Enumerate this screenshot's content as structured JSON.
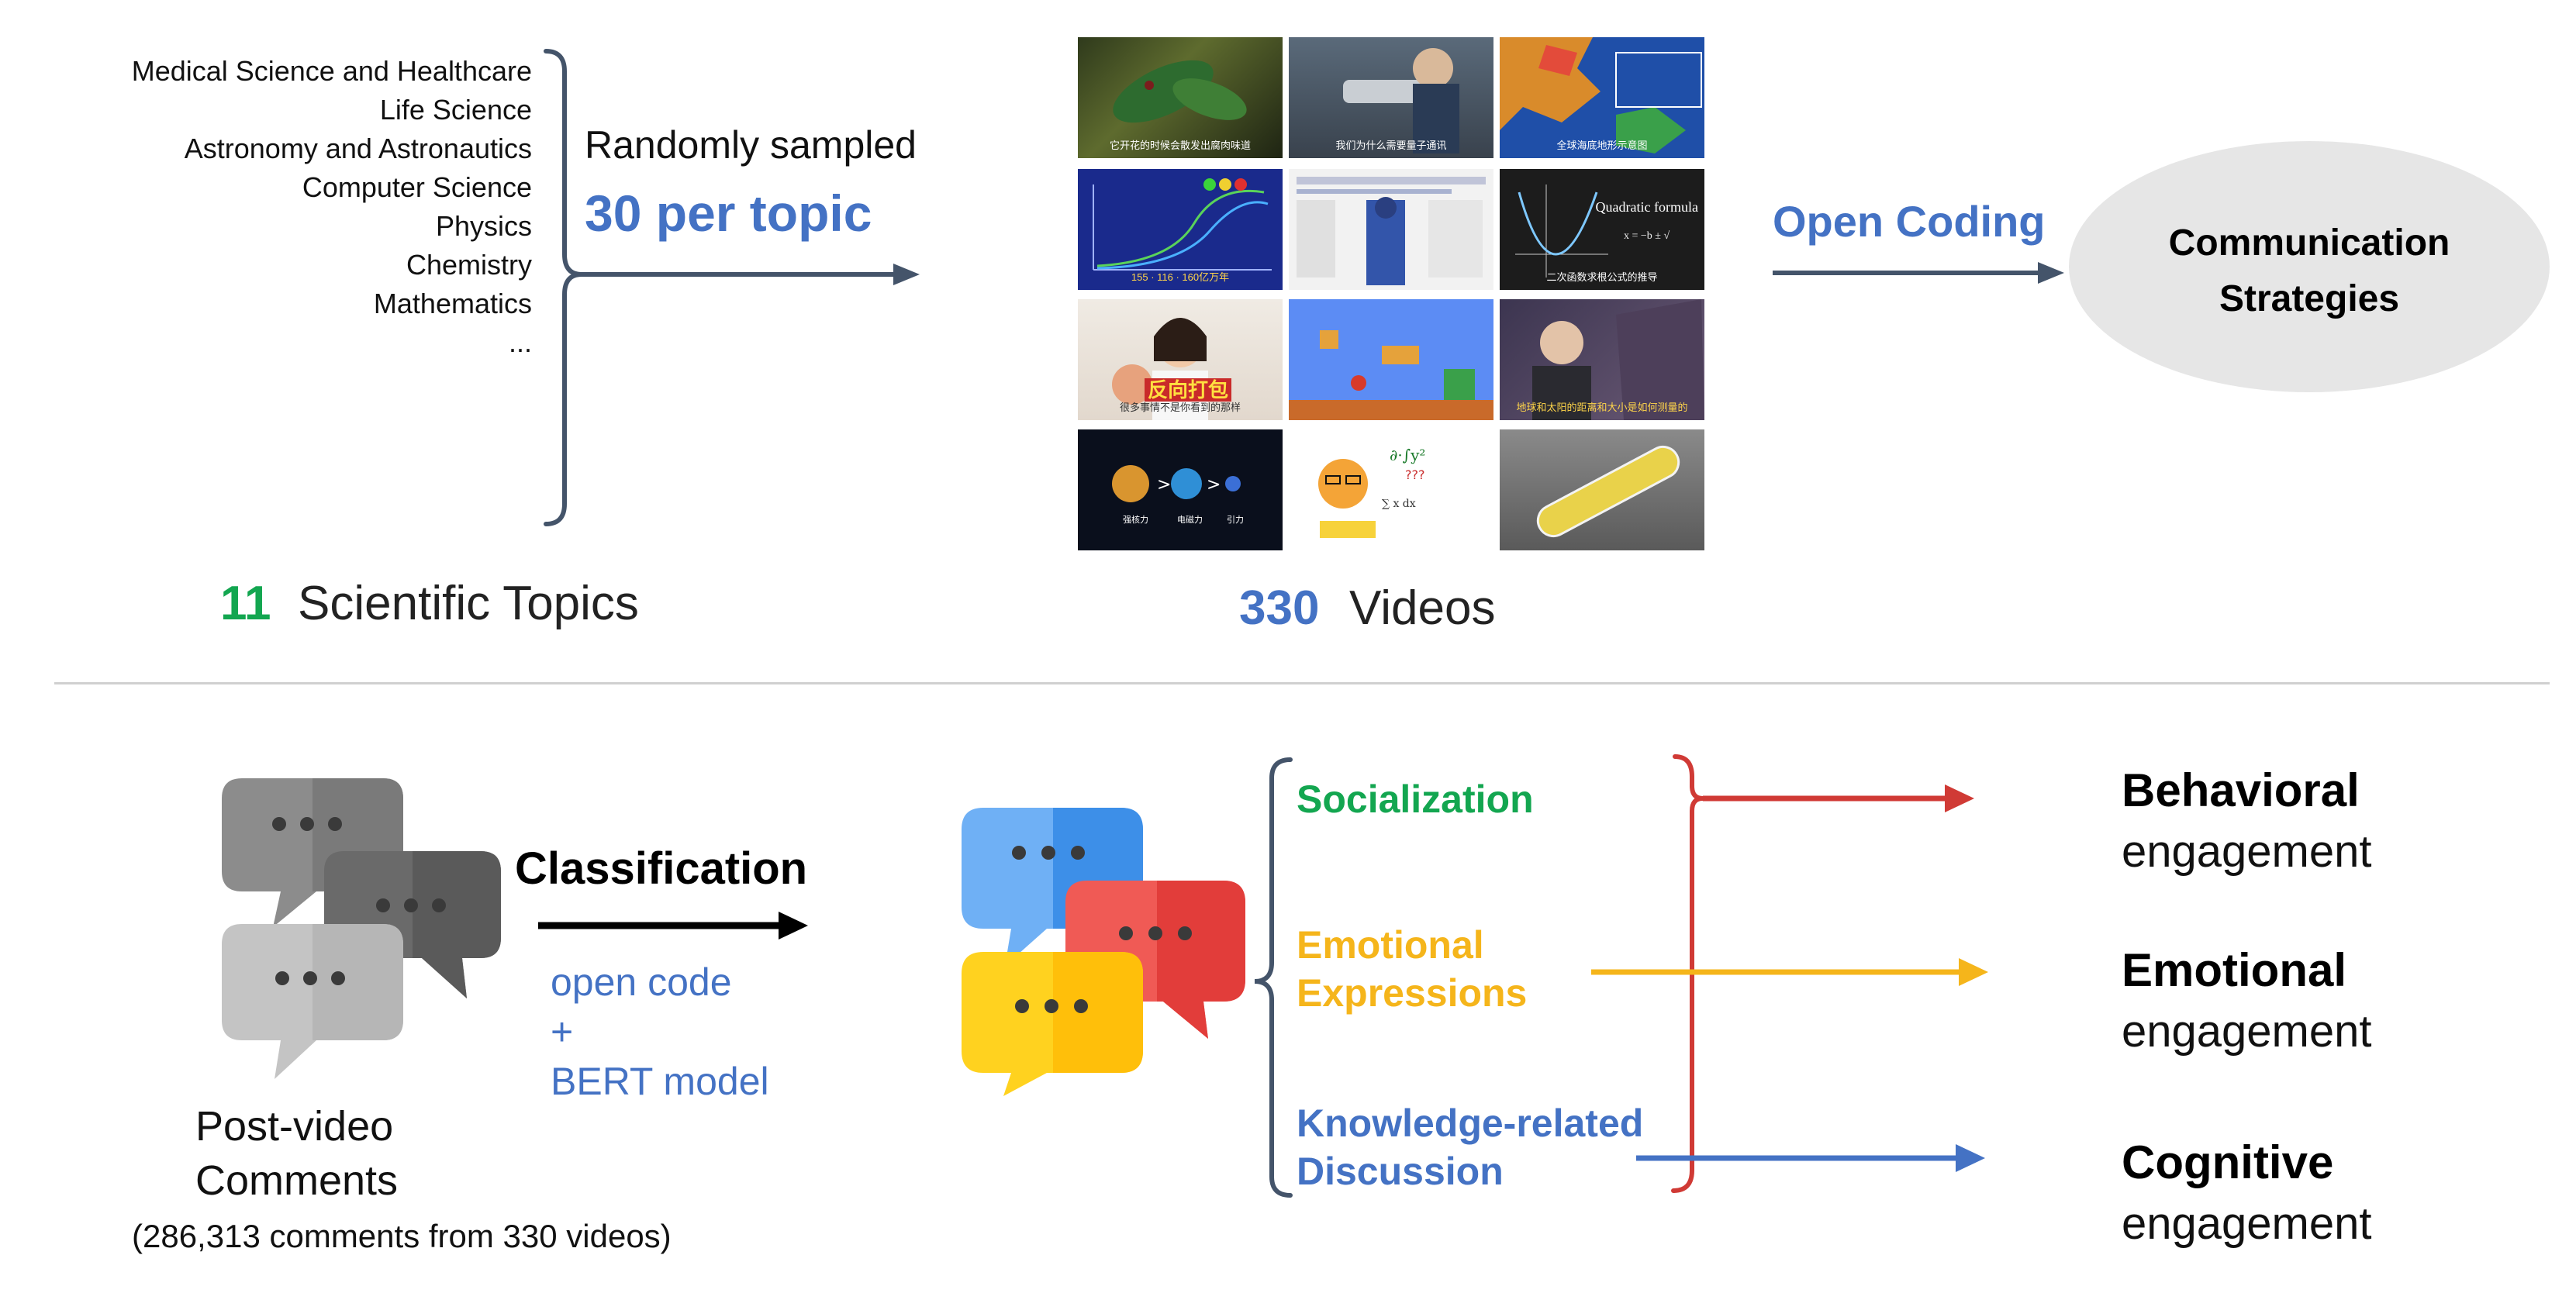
{
  "topics": {
    "items": [
      "Medical Science and Healthcare",
      "Life Science",
      "Astronomy and Astronautics",
      "Computer Science",
      "Physics",
      "Chemistry",
      "Mathematics",
      "..."
    ],
    "count": "11",
    "label": "Scientific Topics"
  },
  "sampling": {
    "line1": "Randomly sampled",
    "line2": "30 per topic"
  },
  "videos": {
    "count": "330",
    "label": "Videos",
    "thumbnails": [
      {
        "caption": "它开花的时候会散发出腐肉味道",
        "corner": ""
      },
      {
        "caption": "我们为什么需要量子通讯",
        "corner": ""
      },
      {
        "caption": "全球海底地形示意图",
        "corner": ""
      },
      {
        "caption": "155 · 116 · 160亿万年",
        "corner": ""
      },
      {
        "caption": "",
        "corner": ""
      },
      {
        "caption": "二次函数求根公式的推导",
        "corner": "Quadratic formula"
      },
      {
        "caption": "很多事情不是你看到的那样",
        "corner": ""
      },
      {
        "caption": "",
        "corner": ""
      },
      {
        "caption": "地球和太阳的距离和大小是如何测量的",
        "corner": ""
      },
      {
        "caption": "",
        "corner": ""
      },
      {
        "caption": "",
        "corner": ""
      },
      {
        "caption": "",
        "corner": ""
      }
    ],
    "overlay_badge": "反向打包",
    "planet_labels": [
      "强核力",
      "电磁力",
      "引力"
    ]
  },
  "open_coding": {
    "label": "Open Coding"
  },
  "strategies": {
    "line1": "Communication",
    "line2": "Strategies"
  },
  "comments": {
    "line1": "Post-video",
    "line2": "Comments",
    "note": "(286,313 comments from 330 videos)"
  },
  "classification": {
    "title": "Classification",
    "line1": "open code",
    "line2": "+",
    "line3": "BERT model"
  },
  "categories": {
    "socialization": "Socialization",
    "emotional1": "Emotional",
    "emotional2": "Expressions",
    "knowledge1": "Knowledge-related",
    "knowledge2": "Discussion"
  },
  "engagement": {
    "behavioral": "Behavioral",
    "emotional": "Emotional",
    "cognitive": "Cognitive",
    "suffix": "engagement"
  },
  "colors": {
    "blue": "#4472c4",
    "green": "#13a650",
    "orange": "#f5b51b",
    "red": "#d03a35",
    "bracket": "#44546a"
  }
}
